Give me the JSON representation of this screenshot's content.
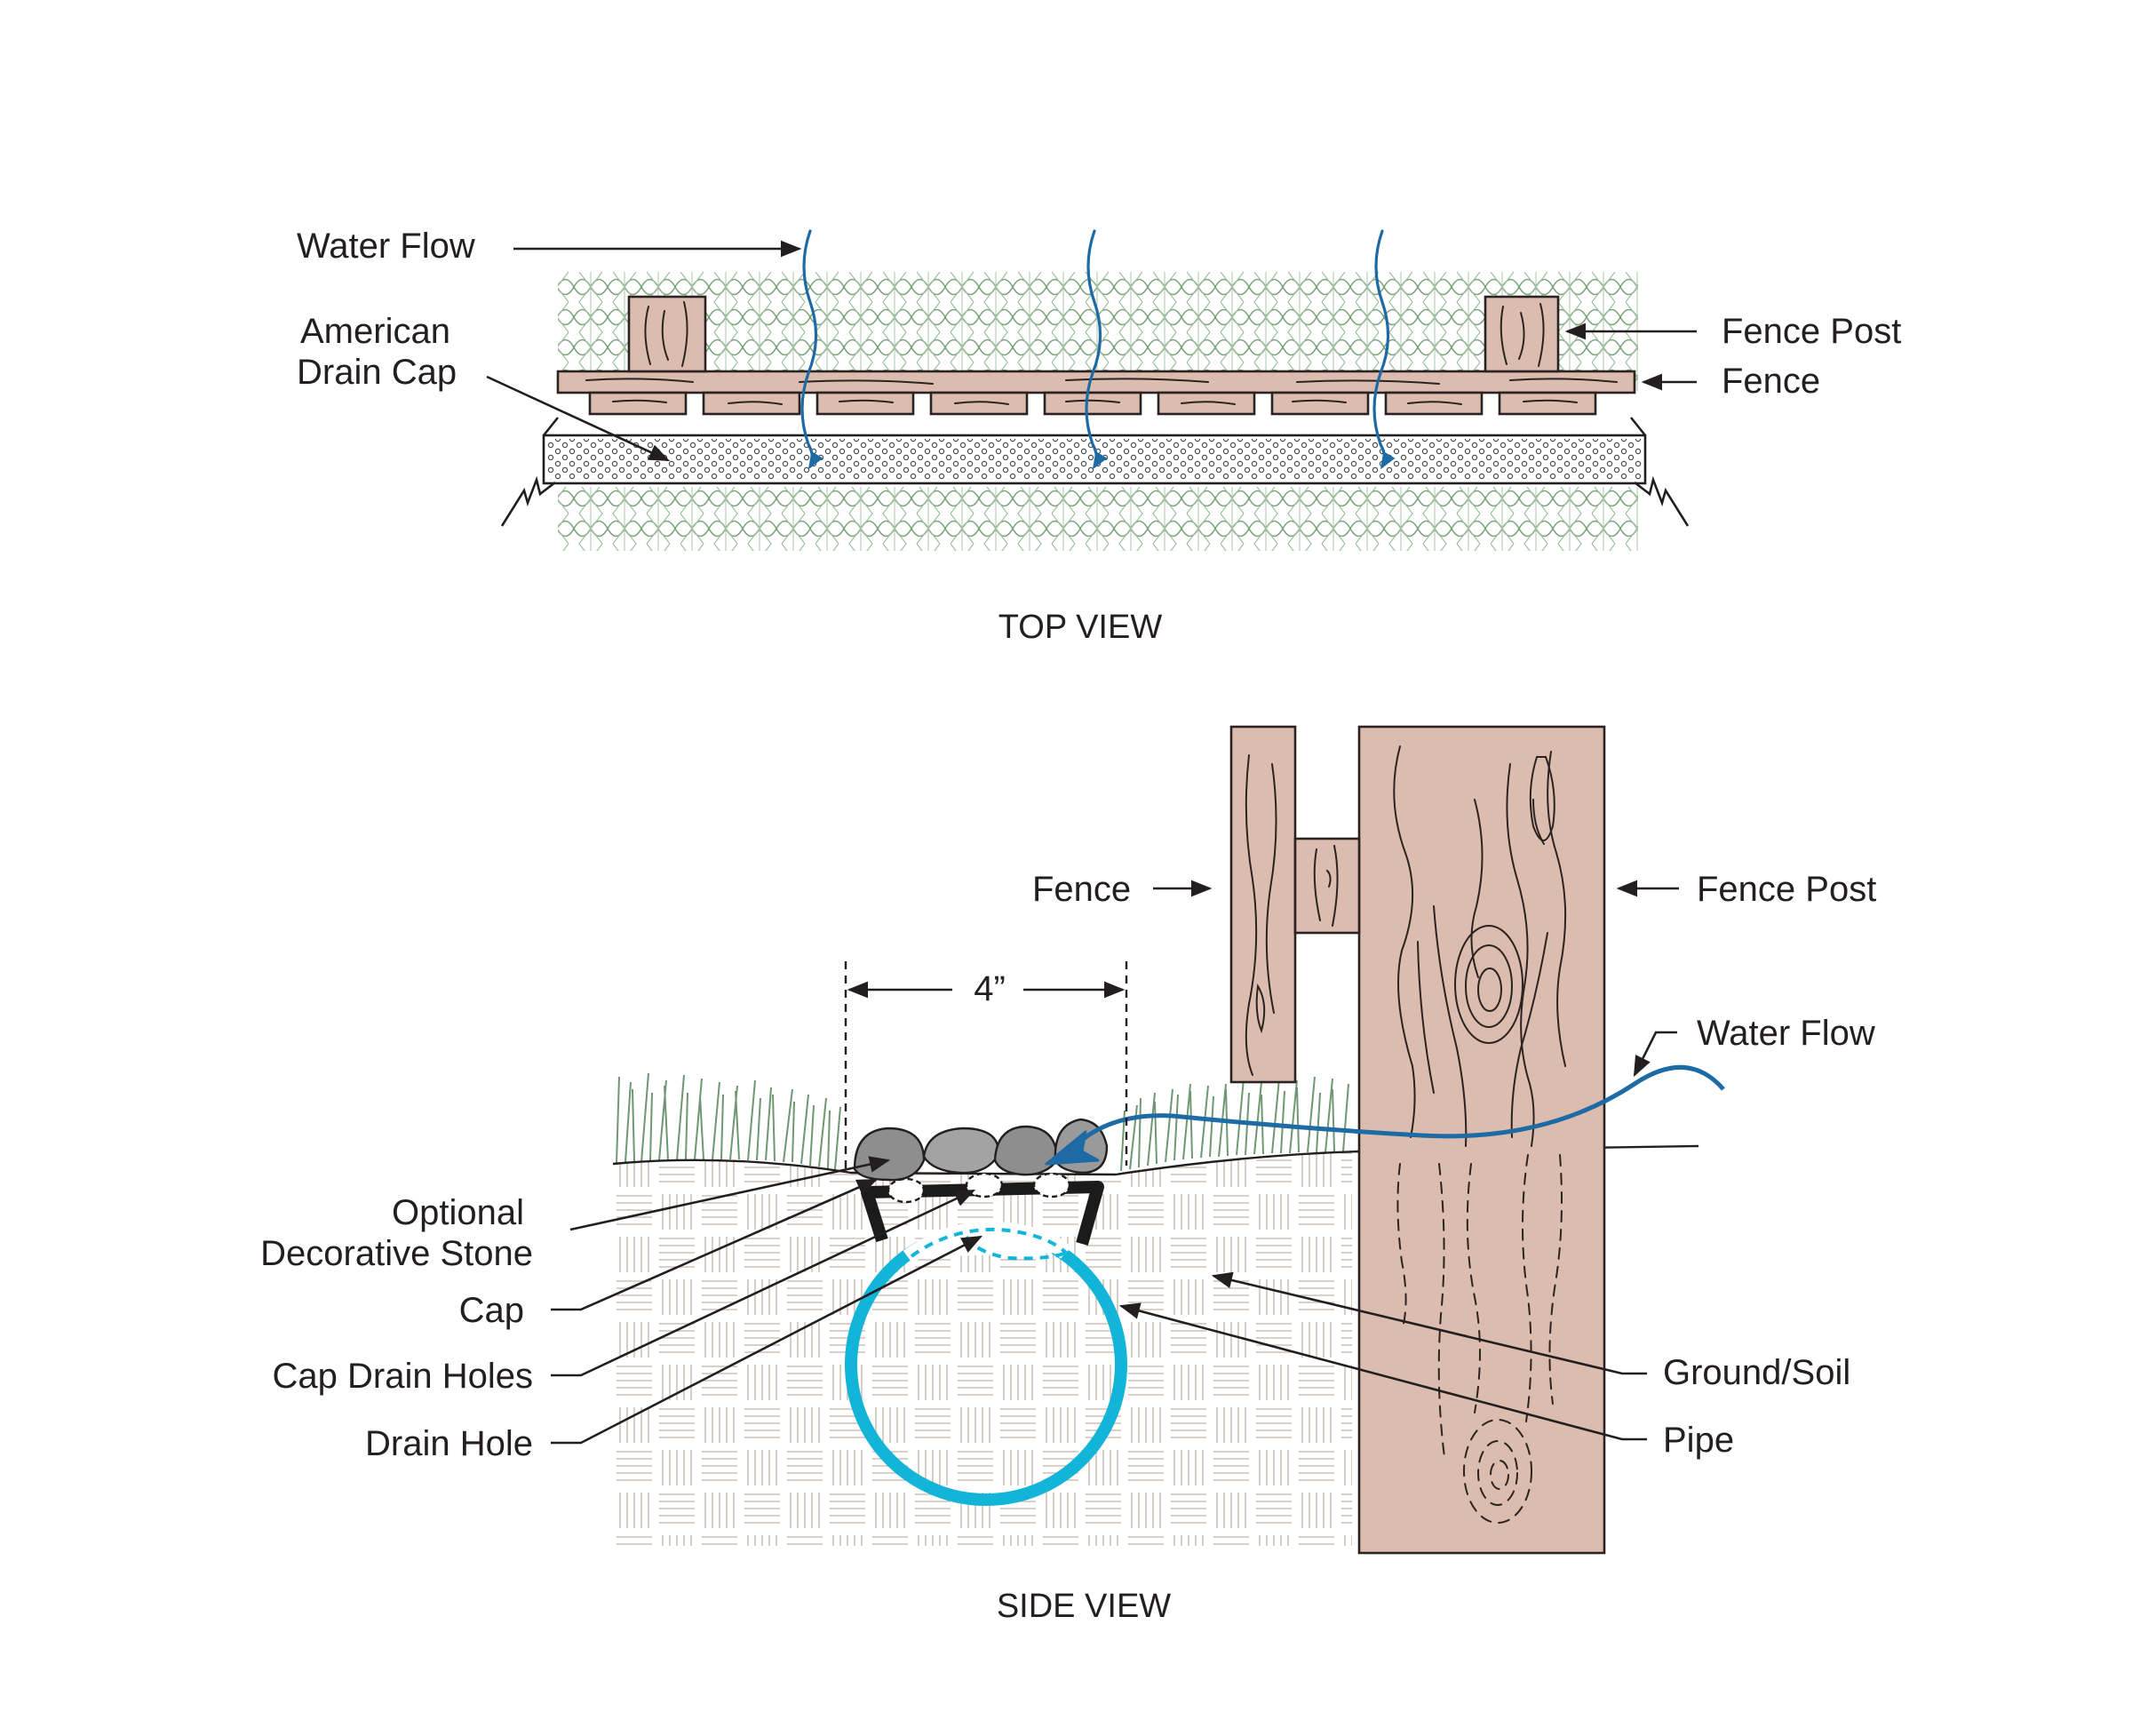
{
  "colors": {
    "wood": "#dbbcae",
    "grass": "#6f9771",
    "water": "#1d6aa5",
    "pipe": "#12b4d8",
    "cap": "#1b1b1b",
    "stone": "#8e8e8e",
    "soil_texture": "#cfc2b5",
    "ink": "#231f20"
  },
  "top_view": {
    "title": "TOP VIEW",
    "labels": {
      "water_flow": "Water Flow",
      "drain_cap": "American Drain Cap",
      "drain_cap_line1": "American",
      "drain_cap_line2": "Drain Cap",
      "fence_post": "Fence Post",
      "fence": "Fence"
    }
  },
  "side_view": {
    "title": "SIDE VIEW",
    "labels": {
      "fence": "Fence",
      "fence_post": "Fence Post",
      "water_flow": "Water Flow",
      "width": "4”",
      "decorative_stone": "Optional Decorative Stone",
      "decorative_stone_line1": "Optional",
      "decorative_stone_line2": "Decorative Stone",
      "cap": "Cap",
      "cap_drain_holes": "Cap Drain Holes",
      "drain_hole": "Drain Hole",
      "ground_soil": "Ground/Soil",
      "pipe": "Pipe"
    }
  }
}
